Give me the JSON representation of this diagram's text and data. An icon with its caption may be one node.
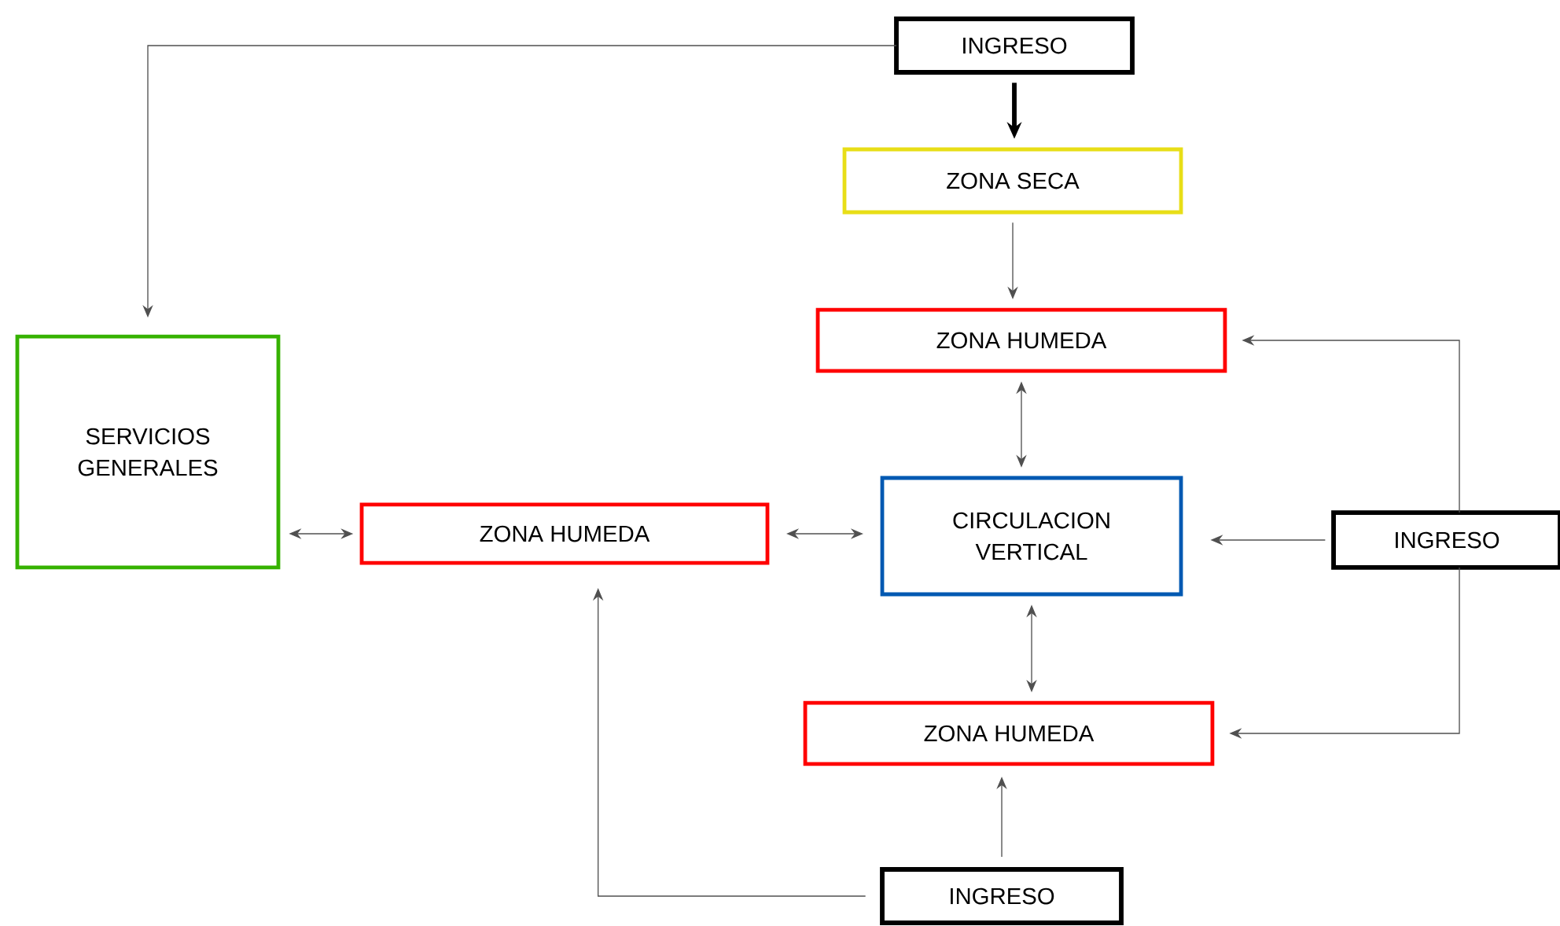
{
  "diagram": {
    "nodes": [
      {
        "text": [
          "INGRESO"
        ]
      },
      {
        "text": [
          "ZONA SECA"
        ]
      },
      {
        "text": [
          "ZONA HUMEDA"
        ]
      },
      {
        "text": [
          "SERVICIOS GENERALES"
        ]
      },
      {
        "text": [
          "ZONA HUMEDA"
        ]
      },
      {
        "text": [
          "CIRCULACION VERTICAL"
        ]
      },
      {
        "text": [
          "INGRESO"
        ]
      },
      {
        "text": [
          "ZONA HUMEDA"
        ]
      },
      {
        "text": [
          "INGRESO"
        ]
      }
    ],
    "edges": [
      {
        "from": 0,
        "to": 3,
        "arrow": "to"
      },
      {
        "from": 0,
        "to": 1,
        "arrow": "to",
        "style": "thick",
        "color": "#000000"
      },
      {
        "from": 1,
        "to": 2,
        "arrow": "to"
      },
      {
        "from": 2,
        "to": 5,
        "arrow": "both"
      },
      {
        "from": 5,
        "to": 7,
        "arrow": "both"
      },
      {
        "from": 3,
        "to": 4,
        "arrow": "both"
      },
      {
        "from": 4,
        "to": 5,
        "arrow": "both"
      },
      {
        "from": 6,
        "to": 5,
        "arrow": "to"
      },
      {
        "from": 6,
        "to": 2,
        "arrow": "to"
      },
      {
        "from": 6,
        "to": 7,
        "arrow": "to"
      },
      {
        "from": 8,
        "to": 7,
        "arrow": "to"
      },
      {
        "from": 8,
        "to": 4,
        "arrow": "to"
      }
    ]
  }
}
